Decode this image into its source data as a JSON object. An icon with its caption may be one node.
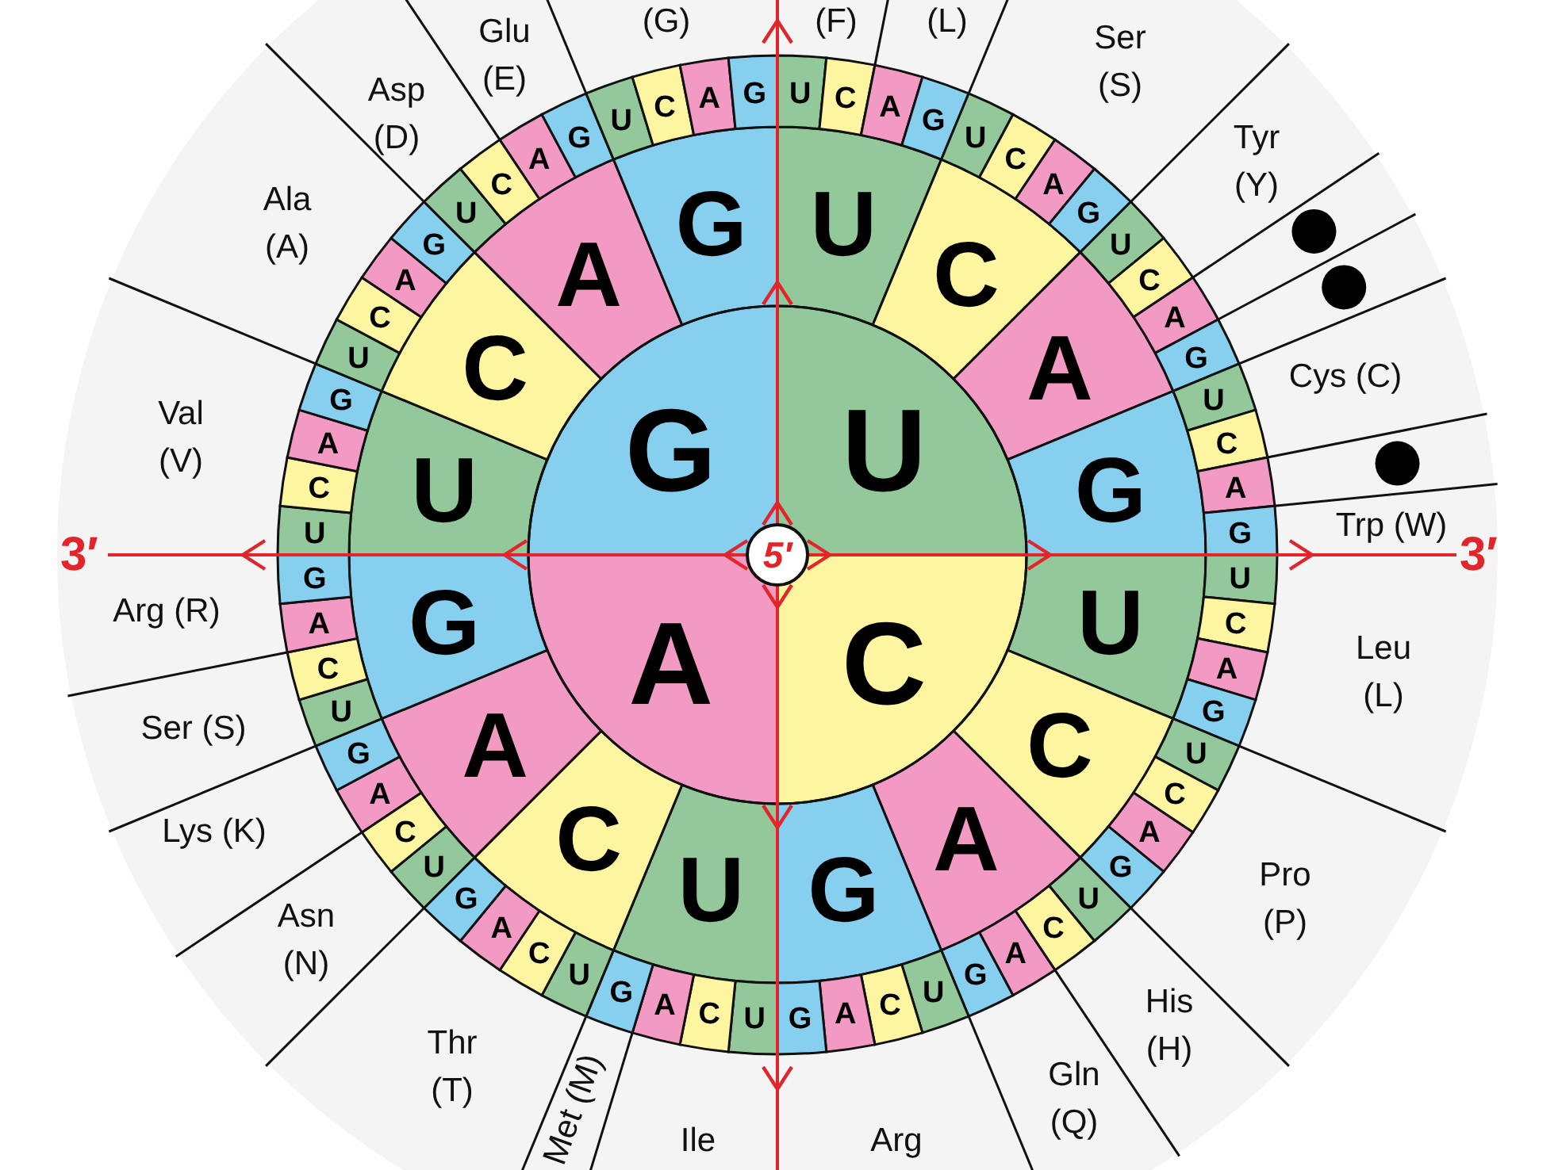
{
  "diagram": {
    "nodes": [
      {
        "text": [
          "5′"
        ]
      },
      {
        "text": [
          "G"
        ]
      },
      {
        "text": [
          "U"
        ]
      },
      {
        "text": [
          "C"
        ]
      },
      {
        "text": [
          "A"
        ]
      },
      {
        "text": [
          "U"
        ]
      },
      {
        "text": [
          "C"
        ]
      },
      {
        "text": [
          "A"
        ]
      },
      {
        "text": [
          "G"
        ]
      },
      {
        "text": [
          "U"
        ]
      },
      {
        "text": [
          "C"
        ]
      },
      {
        "text": [
          "A"
        ]
      },
      {
        "text": [
          "G"
        ]
      },
      {
        "text": [
          "U"
        ]
      },
      {
        "text": [
          "C"
        ]
      },
      {
        "text": [
          "A"
        ]
      },
      {
        "text": [
          "G"
        ]
      },
      {
        "text": [
          "U"
        ]
      },
      {
        "text": [
          "C"
        ]
      },
      {
        "text": [
          "A"
        ]
      },
      {
        "text": [
          "G"
        ]
      },
      {
        "text": [
          "U"
        ]
      },
      {
        "text": [
          "C"
        ]
      },
      {
        "text": [
          "A"
        ]
      },
      {
        "text": [
          "G"
        ]
      },
      {
        "text": [
          "U"
        ]
      },
      {
        "text": [
          "C"
        ]
      },
      {
        "text": [
          "A"
        ]
      },
      {
        "text": [
          "G"
        ]
      },
      {
        "text": [
          "U"
        ]
      },
      {
        "text": [
          "C"
        ]
      },
      {
        "text": [
          "A"
        ]
      },
      {
        "text": [
          "G"
        ]
      },
      {
        "text": [
          "U"
        ]
      },
      {
        "text": [
          "C"
        ]
      },
      {
        "text": [
          "A"
        ]
      },
      {
        "text": [
          "G"
        ]
      },
      {
        "text": [
          "U"
        ]
      },
      {
        "text": [
          "C"
        ]
      },
      {
        "text": [
          "A"
        ]
      },
      {
        "text": [
          "G"
        ]
      },
      {
        "text": [
          "U"
        ]
      },
      {
        "text": [
          "C"
        ]
      },
      {
        "text": [
          "A"
        ]
      },
      {
        "text": [
          "G"
        ]
      },
      {
        "text": [
          "U"
        ]
      },
      {
        "text": [
          "C"
        ]
      },
      {
        "text": [
          "A"
        ]
      },
      {
        "text": [
          "G"
        ]
      },
      {
        "text": [
          "U"
        ]
      },
      {
        "text": [
          "C"
        ]
      },
      {
        "text": [
          "A"
        ]
      },
      {
        "text": [
          "G"
        ]
      },
      {
        "text": [
          "U"
        ]
      },
      {
        "text": [
          "C"
        ]
      },
      {
        "text": [
          "A"
        ]
      },
      {
        "text": [
          "G"
        ]
      },
      {
        "text": [
          "U"
        ]
      },
      {
        "text": [
          "C"
        ]
      },
      {
        "text": [
          "A"
        ]
      },
      {
        "text": [
          "G"
        ]
      },
      {
        "text": [
          "U"
        ]
      },
      {
        "text": [
          "C"
        ]
      },
      {
        "text": [
          "A"
        ]
      },
      {
        "text": [
          "G"
        ]
      },
      {
        "text": [
          "U"
        ]
      },
      {
        "text": [
          "C"
        ]
      },
      {
        "text": [
          "A"
        ]
      },
      {
        "text": [
          "G"
        ]
      },
      {
        "text": [
          "U"
        ]
      },
      {
        "text": [
          "C"
        ]
      },
      {
        "text": [
          "A"
        ]
      },
      {
        "text": [
          "G"
        ]
      },
      {
        "text": [
          "U"
        ]
      },
      {
        "text": [
          "C"
        ]
      },
      {
        "text": [
          "A"
        ]
      },
      {
        "text": [
          "G"
        ]
      },
      {
        "text": [
          "U"
        ]
      },
      {
        "text": [
          "C"
        ]
      },
      {
        "text": [
          "A"
        ]
      },
      {
        "text": [
          "G"
        ]
      },
      {
        "text": [
          "U"
        ]
      },
      {
        "text": [
          "C"
        ]
      },
      {
        "text": [
          "A"
        ]
      },
      {
        "text": [
          "G"
        ]
      }
    ],
    "labels": [
      "(G)",
      "(F)",
      "(L)",
      "Glu (E)",
      "Ser (S)",
      "Asp (D)",
      "Tyr (Y)",
      "Ala (A)",
      "Cys (C)",
      "Val (V)",
      "Trp (W)",
      "3′",
      "3′",
      "Arg (R)",
      "Leu (L)",
      "Ser (S)",
      "Lys (K)",
      "Pro (P)",
      "Asn (N)",
      "His (H)",
      "Thr (T)",
      "Gln (Q)",
      "Met (M)",
      "Ile",
      "Arg"
    ]
  }
}
